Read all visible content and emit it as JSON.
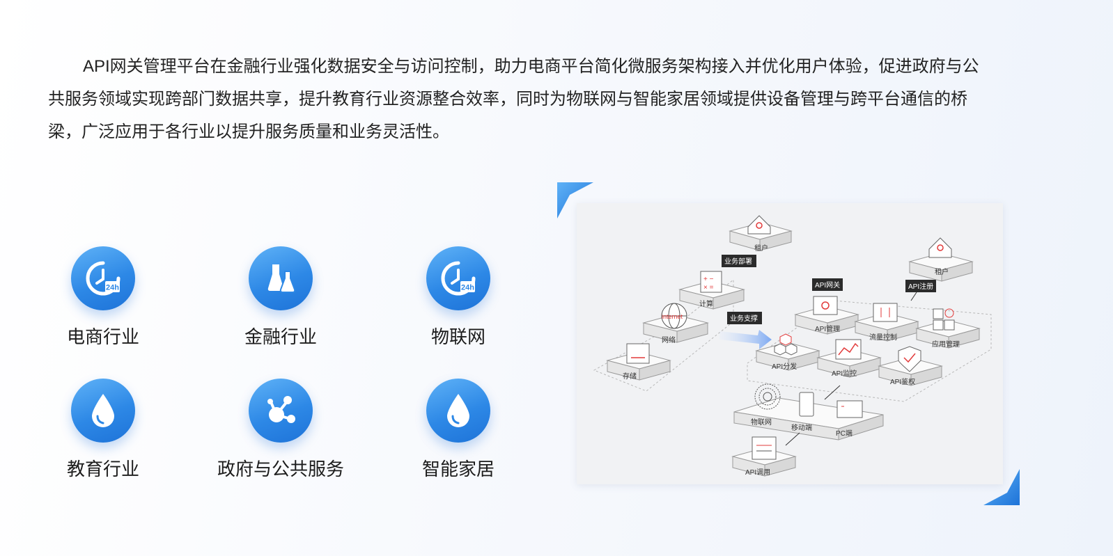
{
  "intro": {
    "text": "API网关管理平台在金融行业强化数据安全与访问控制，助力电商平台简化微服务架构接入并优化用户体验，促进政府与公共服务领域实现跨部门数据共享，提升教育行业资源整合效率，同时为物联网与智能家居领域提供设备管理与跨平台通信的桥梁，广泛应用于各行业以提升服务质量和业务灵活性。"
  },
  "industries": [
    {
      "label": "电商行业",
      "icon": "clock-24h-icon"
    },
    {
      "label": "金融行业",
      "icon": "flask-icon"
    },
    {
      "label": "物联网",
      "icon": "clock-24h-icon"
    },
    {
      "label": "教育行业",
      "icon": "water-drop-icon"
    },
    {
      "label": "政府与公共服务",
      "icon": "molecule-icon"
    },
    {
      "label": "智能家居",
      "icon": "water-drop-icon"
    }
  ],
  "diagram": {
    "tenant_left": "租户",
    "tenant_right": "租户",
    "tag_deploy": "业务部署",
    "tag_support": "业务支撑",
    "tag_gateway": "API网关",
    "tag_register": "API注册",
    "compute": "计算",
    "network": "网络",
    "internet": "internet",
    "storage": "存储",
    "api_manage": "API管理",
    "traffic": "流量控制",
    "app_manage": "应用管理",
    "api_dispatch": "API分发",
    "api_monitor": "API监控",
    "api_auth": "API鉴权",
    "iot": "物联网",
    "mobile": "移动端",
    "pc": "PC端",
    "api_call": "API调用"
  },
  "colors": {
    "accent": "#2d88e6",
    "accent_light": "#5fb2f7",
    "diagram_red": "#e23a3a",
    "tag_bg": "#2b2b2b"
  }
}
